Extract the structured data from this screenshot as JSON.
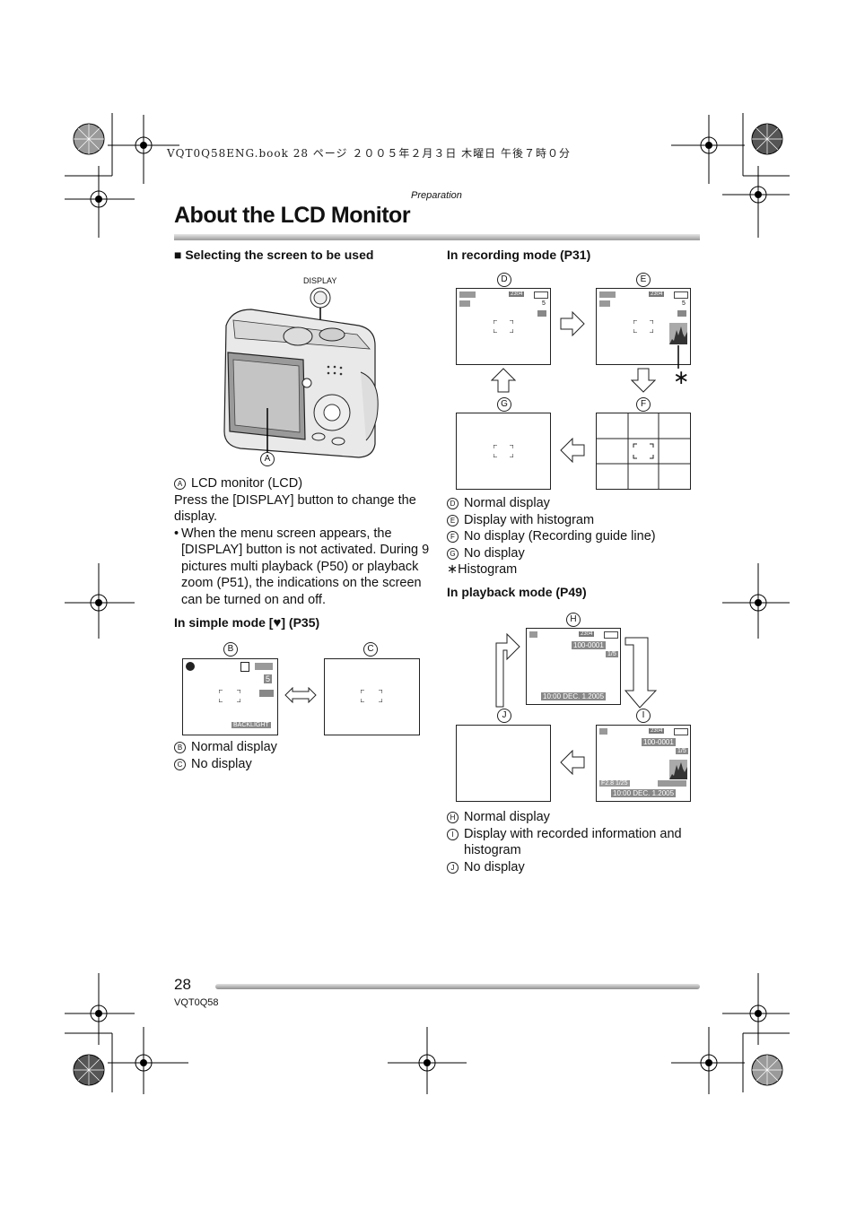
{
  "header": {
    "file_info": "VQT0Q58ENG.book  28 ページ  ２００５年２月３日  木曜日  午後７時０分",
    "section": "Preparation",
    "title": "About the LCD Monitor"
  },
  "left": {
    "select_heading": "■ Selecting the screen to be used",
    "display_label": "DISPLAY",
    "label_a": "A",
    "legend_a": "LCD monitor (LCD)",
    "para1": "Press the [DISPLAY] button to change the display.",
    "bullet1": "When the menu screen appears, the [DISPLAY] button is not activated. During 9 pictures multi playback (P50) or playback zoom (P51), the indications on the screen can be turned on and off.",
    "simple_heading_pre": "In simple mode [",
    "simple_heading_post": "] (P35)",
    "label_b": "B",
    "label_c": "C",
    "simple_screen": {
      "num": "5",
      "backlight": "BACKLIGHT"
    },
    "legend_b": "Normal display",
    "legend_c": "No display"
  },
  "right": {
    "rec_heading": "In recording mode (P31)",
    "label_d": "D",
    "label_e": "E",
    "label_f": "F",
    "label_g": "G",
    "rec_screen": {
      "res": "2304",
      "num": "5"
    },
    "asterisk": "∗",
    "legend_d": "Normal display",
    "legend_e": "Display with histogram",
    "legend_f": "No display (Recording guide line)",
    "legend_g": "No display",
    "legend_hist": "∗Histogram",
    "play_heading": "In playback mode (P49)",
    "label_h": "H",
    "label_i": "I",
    "label_j": "J",
    "play_screen": {
      "res": "2304",
      "file": "100-0001",
      "count": "1/5",
      "datetime": "10:00  DEC. 1.2005",
      "exposure": "F2.8 1/25"
    },
    "legend_h": "Normal display",
    "legend_i": "Display with recorded information and histogram",
    "legend_j": "No display"
  },
  "footer": {
    "page_number": "28",
    "model": "VQT0Q58"
  }
}
